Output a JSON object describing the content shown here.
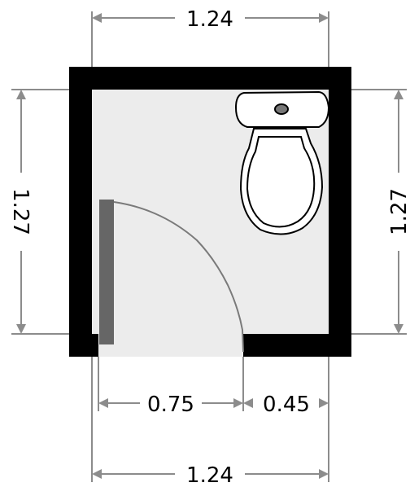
{
  "dimensions": {
    "top_width": "1.24",
    "bottom_width": "1.24",
    "left_height": "1.27",
    "right_height": "1.27",
    "door_opening": "0.75",
    "wall_segment": "0.45"
  },
  "colors": {
    "wall": "#000000",
    "floor": "#ececec",
    "door_leaf": "#666666",
    "dimension_lines": "#8c8c8c",
    "text": "#000000"
  }
}
